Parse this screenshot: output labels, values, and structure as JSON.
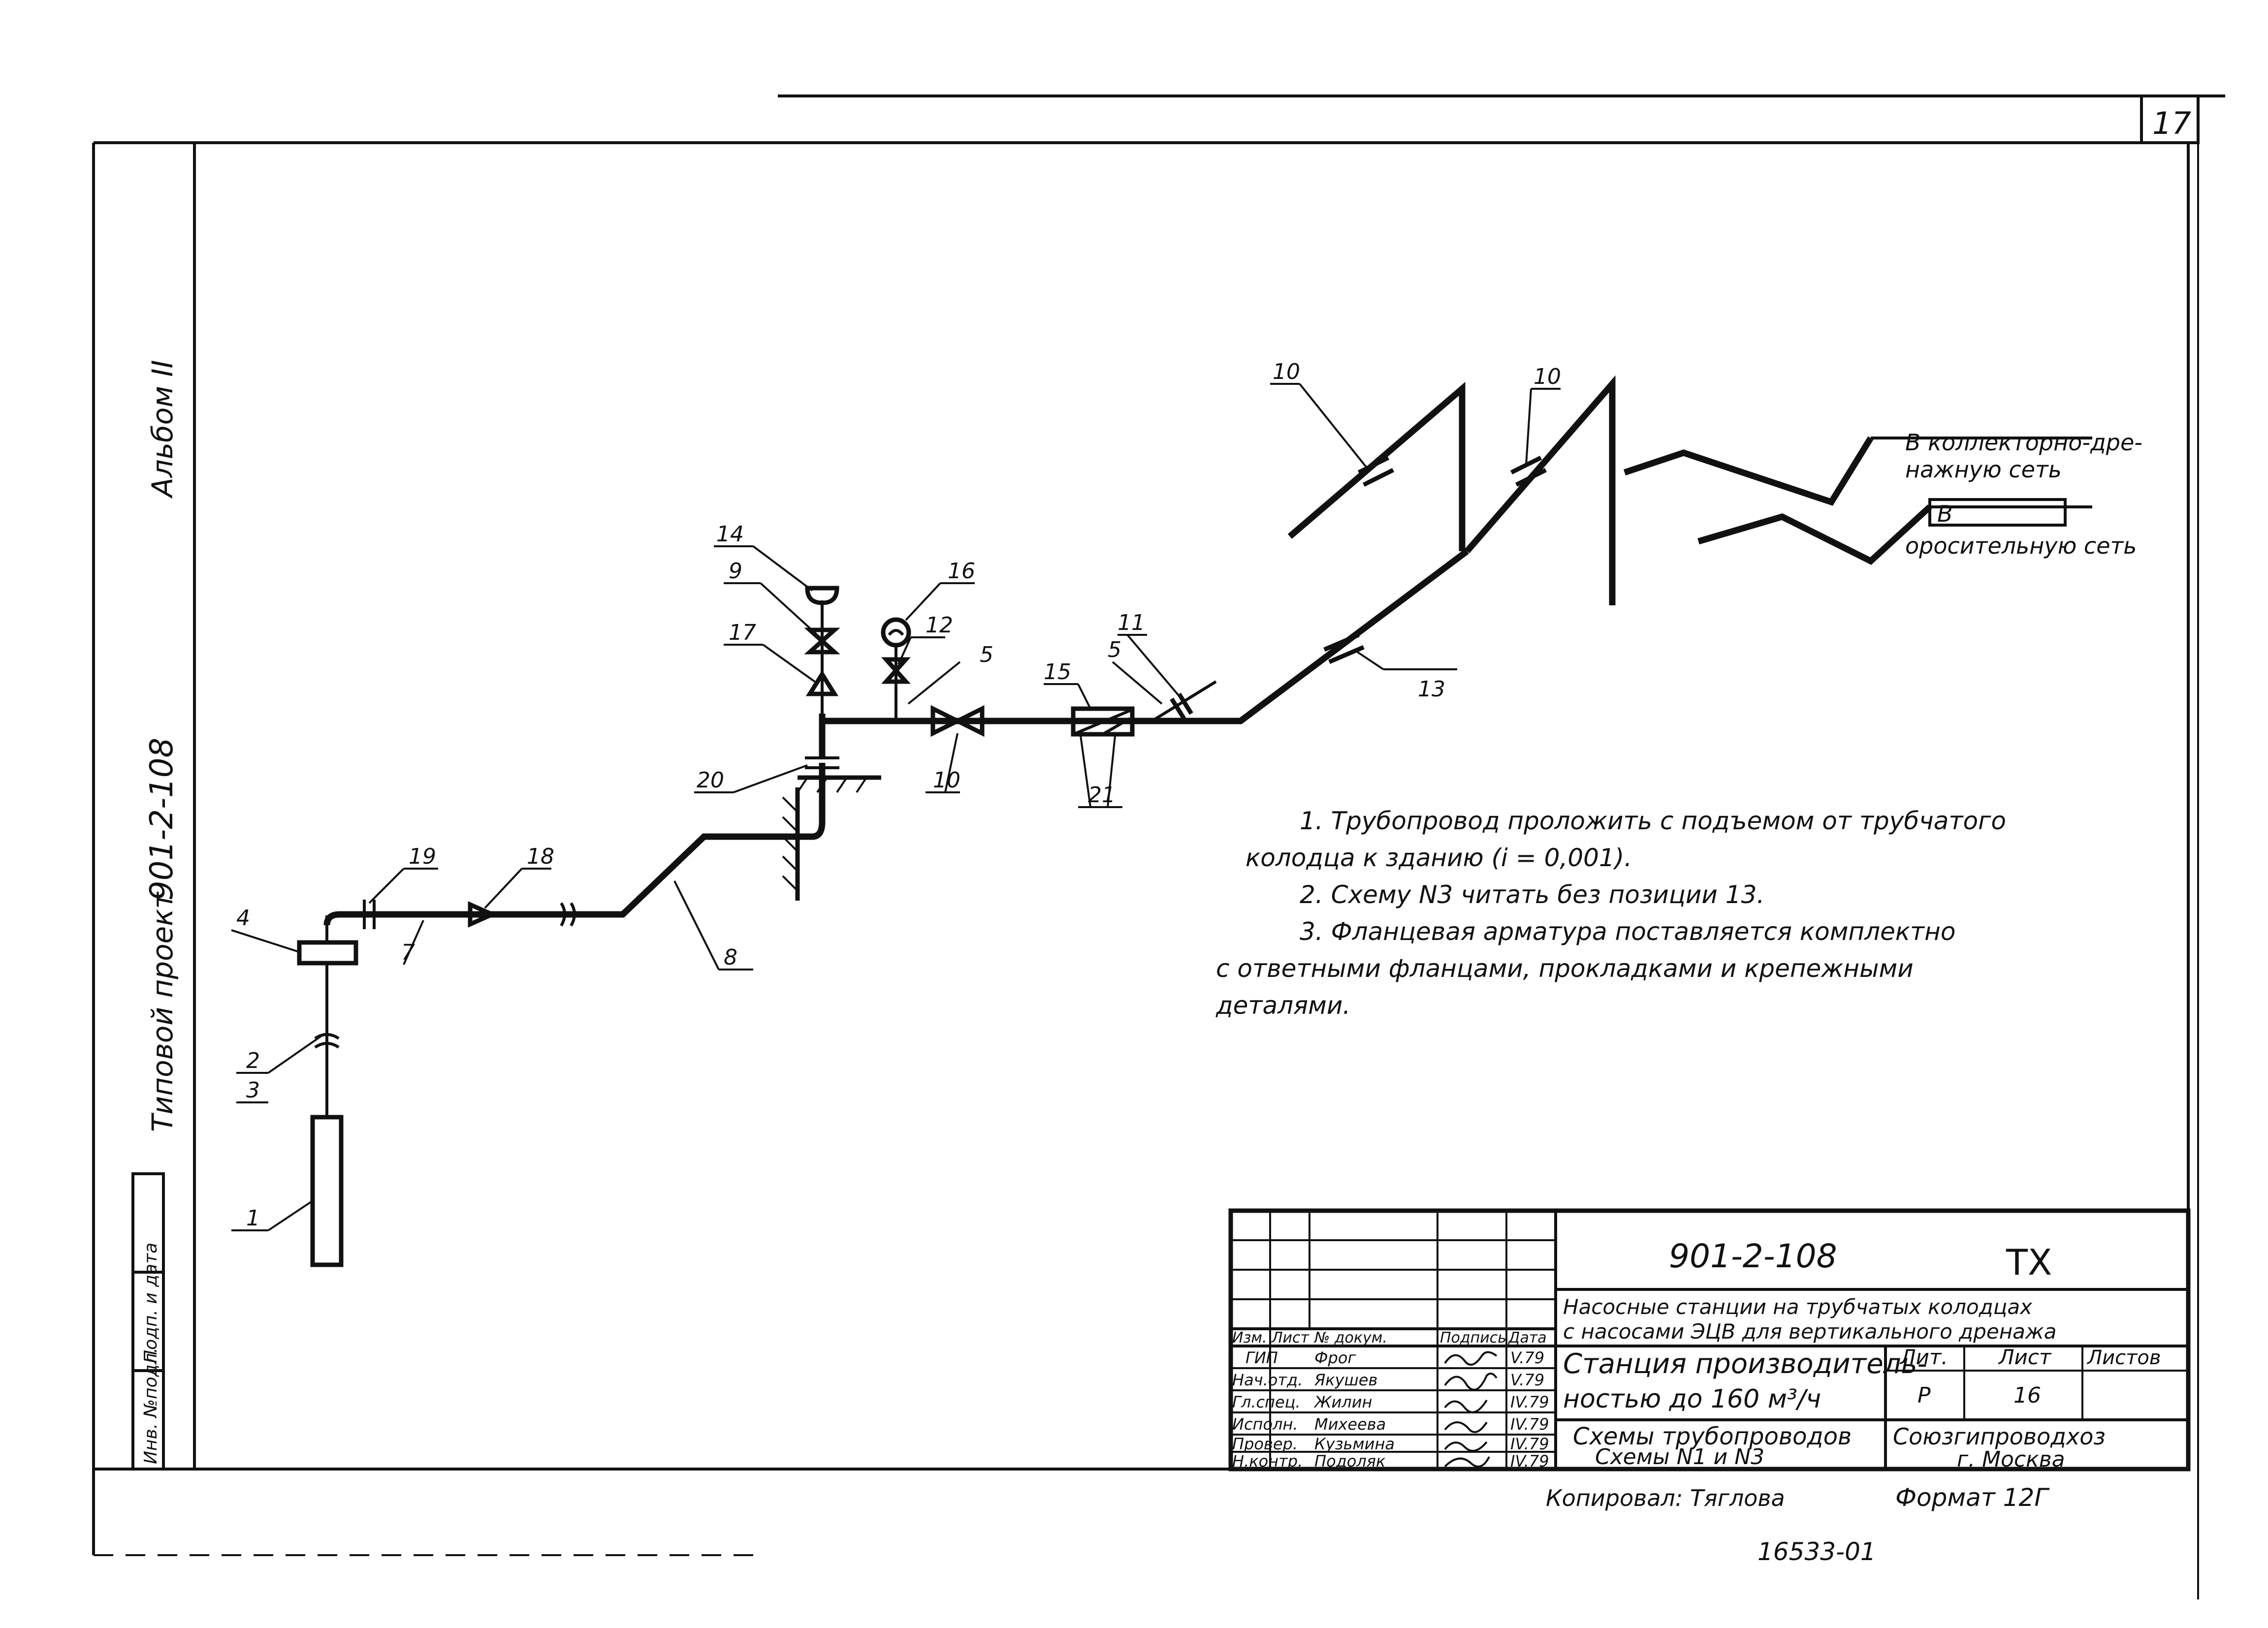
{
  "page_number": "17",
  "side_margin": {
    "album": "Альбом II",
    "project_code": "901-2-108",
    "project_type": "Типовой проект"
  },
  "left_strip": {
    "inv_no": "Инв. №подл.",
    "sign": "Подп. и дата"
  },
  "callouts": [
    "1",
    "2",
    "3",
    "4",
    "5",
    "5",
    "7",
    "8",
    "9",
    "10",
    "10",
    "10",
    "11",
    "12",
    "13",
    "14",
    "15",
    "16",
    "17",
    "18",
    "19",
    "20",
    "21"
  ],
  "destinations": {
    "collector_line1": "В коллекторно-дре-",
    "collector_line2": "нажную сеть",
    "irrigation_prefix": "В",
    "irrigation_line2": "оросительную сеть"
  },
  "notes": [
    "1. Трубопровод проложить с подъемом от трубчатого",
    "колодца к зданию (i = 0,001).",
    "2. Схему N3 читать без позиции 13.",
    "3. Фланцевая арматура поставляется комплектно",
    "с ответными фланцами, прокладками и крепежными",
    "деталями."
  ],
  "title_block": {
    "doc_code": "901-2-108",
    "stage_mark": "ТХ",
    "project_title_1": "Насосные станции на трубчатых колодцах",
    "project_title_2": "с насосами ЭЦВ для вертикального дренажа",
    "station_title_1": "Станция производитель-",
    "station_title_2": "ностью до 160 м³/ч",
    "sheet_title_1": "Схемы трубопроводов",
    "sheet_title_2": "Схемы N1 и N3",
    "col_izm": "Изм.",
    "col_list": "Лист",
    "col_doc": "№ докум.",
    "col_sign": "Подпись",
    "col_date": "Дата",
    "rows": [
      {
        "role": "ГИП",
        "name": "Фрог",
        "date": "V.79"
      },
      {
        "role": "Нач.отд.",
        "name": "Якушев",
        "date": "V.79"
      },
      {
        "role": "Гл.спец.",
        "name": "Жилин",
        "date": "IV.79"
      },
      {
        "role": "Исполн.",
        "name": "Михеева",
        "date": "IV.79"
      },
      {
        "role": "Провер.",
        "name": "Кузьмина",
        "date": "IV.79"
      },
      {
        "role": "Н.контр.",
        "name": "Подоляк",
        "date": "IV.79"
      }
    ],
    "lit_label": "Лит.",
    "sheet_label": "Лист",
    "sheets_label": "Листов",
    "lit_value": "Р",
    "sheet_value": "16",
    "org_1": "Союзгипроводхоз",
    "org_2": "г. Москва"
  },
  "footer": {
    "copied": "Копировал: Тяглова",
    "format": "Формат 12Г",
    "archive": "16533-01"
  }
}
